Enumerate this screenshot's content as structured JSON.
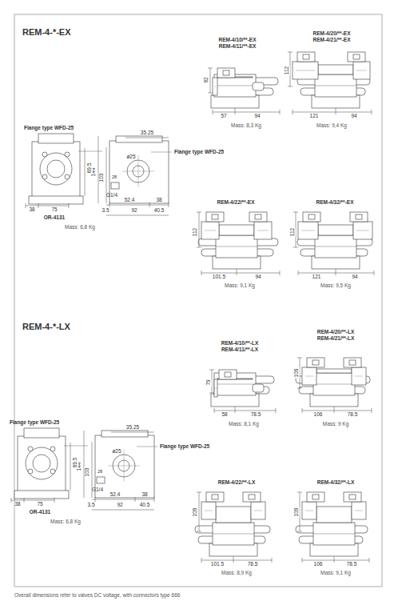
{
  "diagram": {
    "caption": "Overall dimensions refer to valves DC voltage, with connectors type 666",
    "labels": [
      "REM-4-*-EX",
      "REM-4/10/**-EX",
      "REM-4/11/**-EX",
      "REM-4/20/**-EX",
      "REM-4/21/**-EX",
      "82",
      "112",
      "57",
      "94",
      "121",
      "94",
      "Mass: 8,3 Kg",
      "Mass: 9,4 Kg",
      "Flange type WFD-25",
      "35.25",
      "144",
      "103",
      "ø25",
      "Flange type WFD-25",
      "69.5",
      "28",
      "G1/4",
      "52.4",
      "38",
      "3.5",
      "92",
      "40.5",
      "38",
      "75",
      "OR-4131",
      "Mass: 6,8 Kg",
      "REM-4/22/**-EX",
      "REM-4/32/**-EX",
      "112",
      "112",
      "101.5",
      "94",
      "121",
      "94",
      "Mass: 9,1 Kg",
      "Mass: 9,5 Kg",
      "REM-4-*-LX",
      "REM-4/10/**-LX",
      "REM-4/11/**-LX",
      "REM-4/20/**-LX",
      "REM-4/21/**-LX",
      "79",
      "109",
      "58",
      "78.5",
      "106",
      "78.5",
      "Mass: 8,1 Kg",
      "Mass: 9 Kg",
      "Flange type WFD-25",
      "35.25",
      "144",
      "103",
      "ø25",
      "Flange type WFD-25",
      "69.5",
      "28",
      "G1/4",
      "52.4",
      "38",
      "3.5",
      "92",
      "40.5",
      "38",
      "75",
      "OR-4131",
      "Mass: 6,8 Kg",
      "REM-4/22/**-LX",
      "REM-4/32/**-LX",
      "109",
      "109",
      "101.5",
      "78.5",
      "106",
      "78.5",
      "Mass: 8,9 Kg",
      "Mass: 9,1 Kg"
    ]
  }
}
